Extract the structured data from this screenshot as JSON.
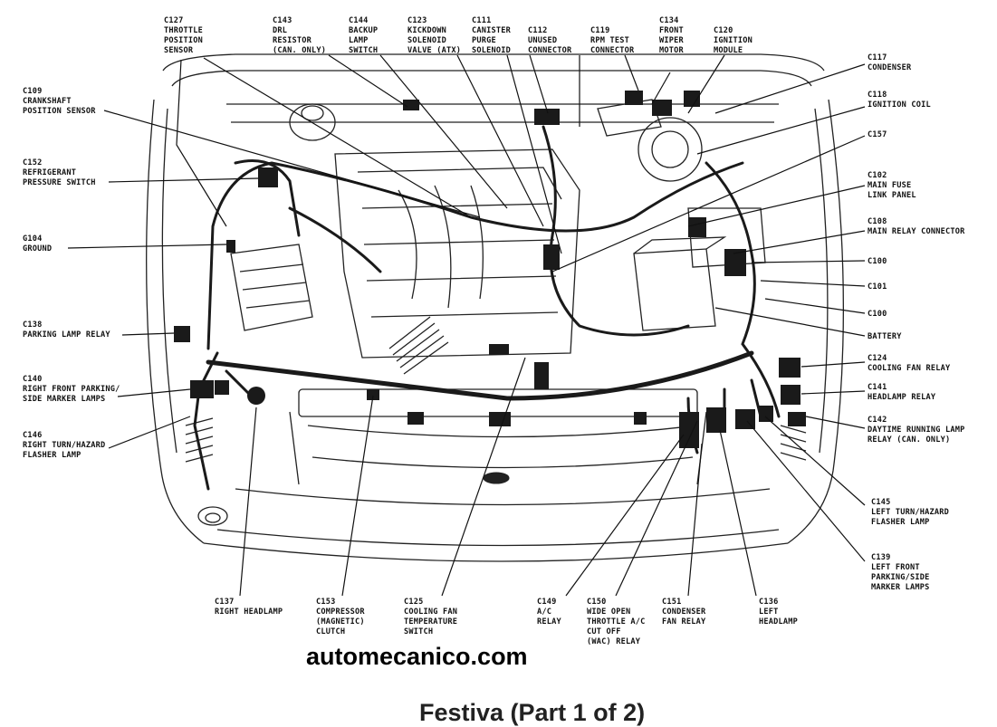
{
  "labels": [
    {
      "id": "c127",
      "lines": [
        "C127",
        "THROTTLE",
        "POSITION",
        "SENSOR"
      ]
    },
    {
      "id": "c143",
      "lines": [
        "C143",
        "DRL",
        "RESISTOR",
        "(CAN. ONLY)"
      ]
    },
    {
      "id": "c144",
      "lines": [
        "C144",
        "BACKUP",
        "LAMP",
        "SWITCH"
      ]
    },
    {
      "id": "c123",
      "lines": [
        "C123",
        "KICKDOWN",
        "SOLENOID",
        "VALVE (ATX)"
      ]
    },
    {
      "id": "c111",
      "lines": [
        "C111",
        "CANISTER",
        "PURGE",
        "SOLENOID"
      ]
    },
    {
      "id": "c112",
      "lines": [
        "C112",
        "UNUSED",
        "CONNECTOR"
      ]
    },
    {
      "id": "c119",
      "lines": [
        "C119",
        "RPM TEST",
        "CONNECTOR"
      ]
    },
    {
      "id": "c134",
      "lines": [
        "C134",
        "FRONT",
        "WIPER",
        "MOTOR"
      ]
    },
    {
      "id": "c120",
      "lines": [
        "C120",
        "IGNITION",
        "MODULE"
      ]
    },
    {
      "id": "c109",
      "lines": [
        "C109",
        "CRANKSHAFT",
        "POSITION SENSOR"
      ]
    },
    {
      "id": "c152",
      "lines": [
        "C152",
        "REFRIGERANT",
        "PRESSURE SWITCH"
      ]
    },
    {
      "id": "g104",
      "lines": [
        "G104",
        "GROUND"
      ]
    },
    {
      "id": "c138",
      "lines": [
        "C138",
        "PARKING LAMP RELAY"
      ]
    },
    {
      "id": "c140",
      "lines": [
        "C140",
        "RIGHT FRONT PARKING/",
        "SIDE MARKER LAMPS"
      ]
    },
    {
      "id": "c146",
      "lines": [
        "C146",
        "RIGHT TURN/HAZARD",
        "FLASHER LAMP"
      ]
    },
    {
      "id": "c117",
      "lines": [
        "C117",
        "CONDENSER"
      ]
    },
    {
      "id": "c118",
      "lines": [
        "C118",
        "IGNITION COIL"
      ]
    },
    {
      "id": "c157",
      "lines": [
        "C157"
      ]
    },
    {
      "id": "c102",
      "lines": [
        "C102",
        "MAIN FUSE",
        "LINK PANEL"
      ]
    },
    {
      "id": "c108",
      "lines": [
        "C108",
        "MAIN RELAY CONNECTOR"
      ]
    },
    {
      "id": "c100a",
      "lines": [
        "C100"
      ]
    },
    {
      "id": "c101",
      "lines": [
        "C101"
      ]
    },
    {
      "id": "c100b",
      "lines": [
        "C100"
      ]
    },
    {
      "id": "battery",
      "lines": [
        "BATTERY"
      ]
    },
    {
      "id": "c124",
      "lines": [
        "C124",
        "COOLING FAN RELAY"
      ]
    },
    {
      "id": "c141",
      "lines": [
        "C141",
        "HEADLAMP RELAY"
      ]
    },
    {
      "id": "c142",
      "lines": [
        "C142",
        "DAYTIME RUNNING LAMP",
        "RELAY (CAN. ONLY)"
      ]
    },
    {
      "id": "c145",
      "lines": [
        "C145",
        "LEFT TURN/HAZARD",
        "FLASHER LAMP"
      ]
    },
    {
      "id": "c139",
      "lines": [
        "C139",
        "LEFT FRONT",
        "PARKING/SIDE",
        "MARKER LAMPS"
      ]
    },
    {
      "id": "c137",
      "lines": [
        "C137",
        "RIGHT HEADLAMP"
      ]
    },
    {
      "id": "c153",
      "lines": [
        "C153",
        "COMPRESSOR",
        "(MAGNETIC)",
        "CLUTCH"
      ]
    },
    {
      "id": "c125",
      "lines": [
        "C125",
        "COOLING FAN",
        "TEMPERATURE",
        "SWITCH"
      ]
    },
    {
      "id": "c149",
      "lines": [
        "C149",
        "A/C",
        "RELAY"
      ]
    },
    {
      "id": "c150",
      "lines": [
        "C150",
        "WIDE OPEN",
        "THROTTLE A/C",
        "CUT OFF",
        "(WAC) RELAY"
      ]
    },
    {
      "id": "c151",
      "lines": [
        "C151",
        "CONDENSER",
        "FAN RELAY"
      ]
    },
    {
      "id": "c136",
      "lines": [
        "C136",
        "LEFT",
        "HEADLAMP"
      ]
    }
  ],
  "watermark": "automecanico.com",
  "caption": "Festiva (Part 1 of 2)"
}
